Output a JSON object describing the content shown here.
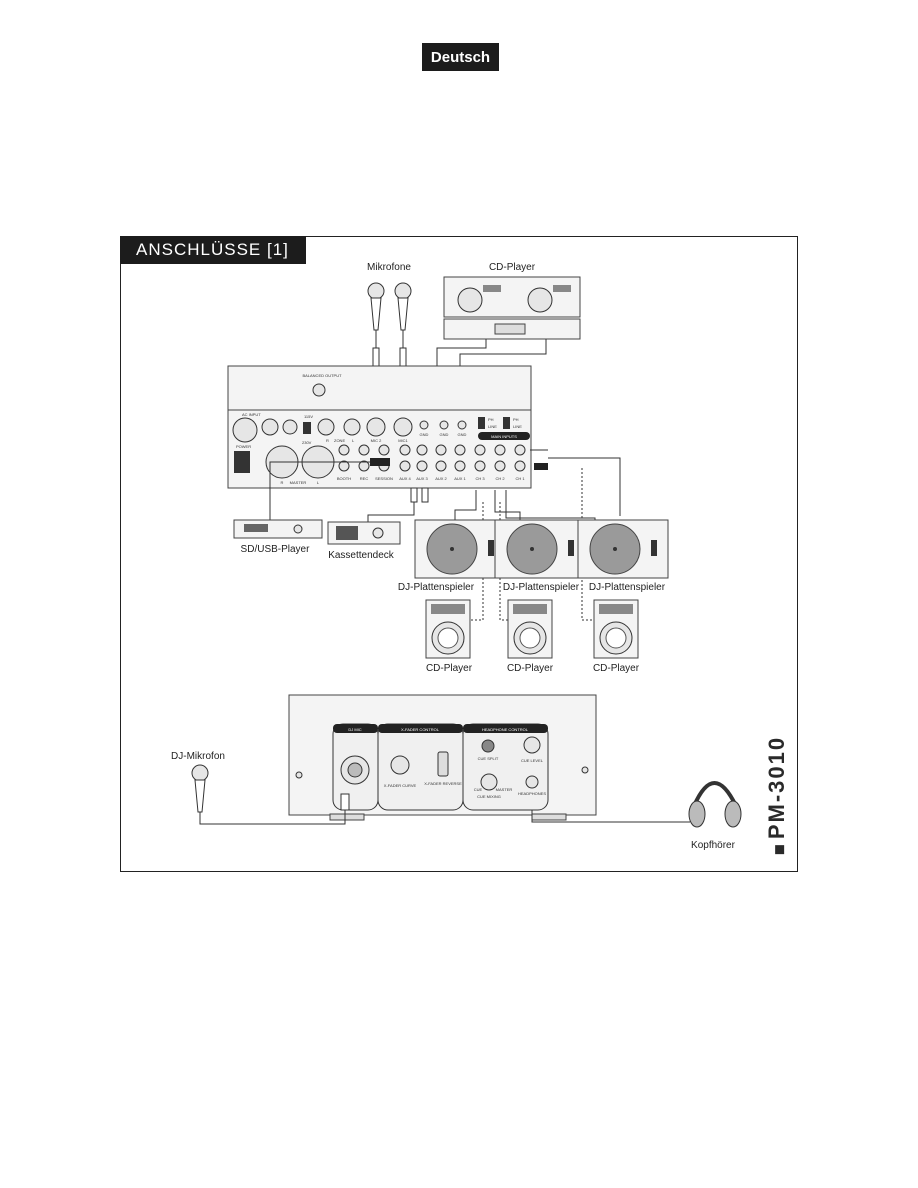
{
  "badge": {
    "language": "Deutsch"
  },
  "section": {
    "title": "ANSCHLÜSSE [1]"
  },
  "labels": {
    "microphones": "Mikrofone",
    "cd_player_top": "CD-Player",
    "sd_usb_player": "SD/USB-Player",
    "cassette_deck": "Kassettendeck",
    "turntable_1": "DJ-Plattenspieler",
    "turntable_2": "DJ-Plattenspieler",
    "turntable_3": "DJ-Plattenspieler",
    "cd_player_1": "CD-Player",
    "cd_player_2": "CD-Player",
    "cd_player_3": "CD-Player",
    "dj_microphone": "DJ-Mikrofon",
    "headphones": "Kopfhörer"
  },
  "rear_panel": {
    "balanced_output": "BALANCED OUTPUT",
    "ac_input": "AC INPUT",
    "power": "POWER",
    "voltage_a": "115V",
    "voltage_b": "230V",
    "zone": "ZONE",
    "zone_r": "R",
    "zone_l": "L",
    "master": "MASTER",
    "master_r": "R",
    "master_l": "L",
    "mic_2": "MIC 2",
    "mic_1": "MIC1",
    "gnd_1": "GND",
    "gnd_2": "GND",
    "gnd_3": "GND",
    "main_inputs": "MAIN INPUTS",
    "booth": "BOOTH",
    "rec": "REC",
    "session": "SESSION",
    "aux_4": "AUX 4",
    "aux_3": "AUX 3",
    "aux_2": "AUX 2",
    "aux_1": "AUX 1",
    "ch_3": "CH 3",
    "ch_2": "CH 2",
    "ch_1": "CH 1",
    "ph_1": "PH",
    "ph_2": "PH",
    "line_1": "LINE",
    "line_2": "LINE"
  },
  "front_panel": {
    "dj_mic": "DJ MIC",
    "xfader_control": "X-FADER CONTROL",
    "xfader_curve": "X-FADER CURVE",
    "xfader_reverse": "X-FADER REVERSE",
    "headphone_control": "HEADPHONE CONTROL",
    "cue_split": "CUE SPLIT",
    "cue_level": "CUE LEVEL",
    "cue_mixing": "CUE MIXING",
    "cue": "CUE",
    "master": "MASTER",
    "headphones": "HEADPHONES"
  },
  "model": {
    "name": "PM-3010"
  }
}
